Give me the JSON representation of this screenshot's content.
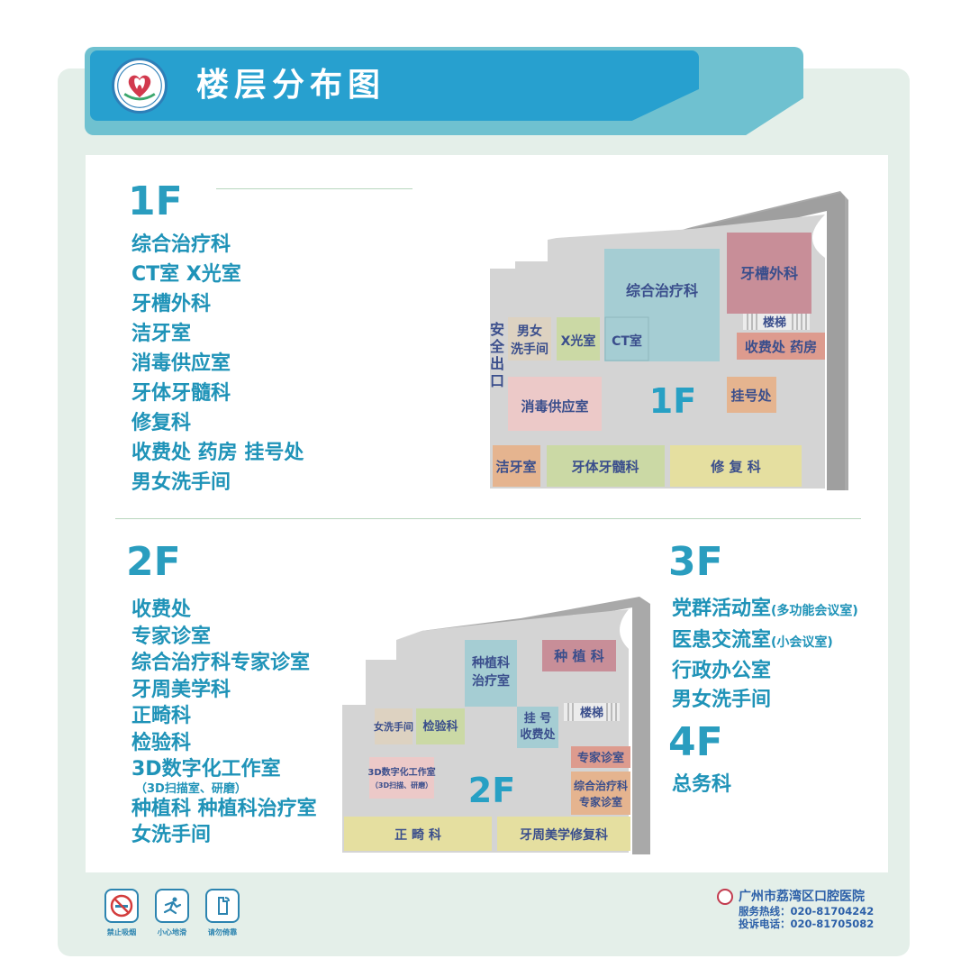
{
  "header": {
    "title": "楼层分布图"
  },
  "floor1": {
    "heading": "1F",
    "items": [
      "综合治疗科",
      "CT室 X光室",
      "牙槽外科",
      "洁牙室",
      "消毒供应室",
      "牙体牙髓科",
      "修复科",
      "收费处 药房 挂号处",
      "男女洗手间"
    ],
    "map": {
      "label": "1F",
      "rooms": {
        "r1": "综合治疗科",
        "r2": "牙槽外科",
        "r3": "楼梯",
        "r4": "收费处 药房",
        "r5": "男女",
        "r6": "洗手间",
        "r7": "X光室",
        "r8": "CT室",
        "r9": "消毒供应室",
        "r10": "挂号处",
        "r11": "洁牙室",
        "r12": "牙体牙髓科",
        "r13": "修 复 科",
        "exit1": "安",
        "exit2": "全",
        "exit3": "出",
        "exit4": "口"
      }
    }
  },
  "floor2": {
    "heading": "2F",
    "items": [
      "收费处",
      "专家诊室",
      "综合治疗科专家诊室",
      "牙周美学科",
      "正畸科",
      "检验科",
      "3D数字化工作室"
    ],
    "items_note": "（3D扫描室、研磨）",
    "items_after": [
      "种植科 种植科治疗室",
      "女洗手间"
    ],
    "map": {
      "label": "2F",
      "rooms": {
        "r1a": "种植科",
        "r1b": "治疗室",
        "r2": "种 植 科",
        "r3": "楼梯",
        "r4": "女洗手间",
        "r5": "检验科",
        "r6a": "挂 号",
        "r6b": "收费处",
        "r7": "专家诊室",
        "r8a": "3D数字化工作室",
        "r8b": "（3D扫描、研磨）",
        "r9a": "综合治疗科",
        "r9b": "专家诊室",
        "r10": "正 畸 科",
        "r11": "牙周美学修复科"
      }
    }
  },
  "floor3": {
    "heading": "3F",
    "items": [
      {
        "main": "党群活动室",
        "note": "(多功能会议室)"
      },
      {
        "main": "医患交流室",
        "note": "(小会议室)"
      },
      {
        "main": "行政办公室",
        "note": ""
      },
      {
        "main": "男女洗手间",
        "note": ""
      }
    ]
  },
  "floor4": {
    "heading": "4F",
    "items": [
      "总务科"
    ]
  },
  "footer": {
    "icons": [
      {
        "icon": "no-smoking-icon",
        "caption": "禁止吸烟"
      },
      {
        "icon": "caution-slip-icon",
        "caption": "小心地滑"
      },
      {
        "icon": "hand-wash-icon",
        "caption": "请勿倚靠"
      }
    ],
    "hospital_name": "广州市荔湾区口腔医院",
    "service_hotline": "服务热线：020-81704242",
    "complaint_hotline": "投诉电话：020-81705082"
  },
  "colors": {
    "header": "#27a0cf",
    "heading": "#2a9dbf",
    "text": "#1f93b8",
    "map_floor": "#d4d4d4",
    "map_shadow": "#a9a9a9",
    "room_teal": "#a5cdd3",
    "room_rose": "#c88e98",
    "room_green": "#cbd9a5",
    "room_yellow": "#e5dfa0",
    "room_orange": "#e5b48f",
    "room_pink": "#ecc9c8",
    "room_beige": "#ddd2c1",
    "room_red": "#dd9b8e"
  }
}
